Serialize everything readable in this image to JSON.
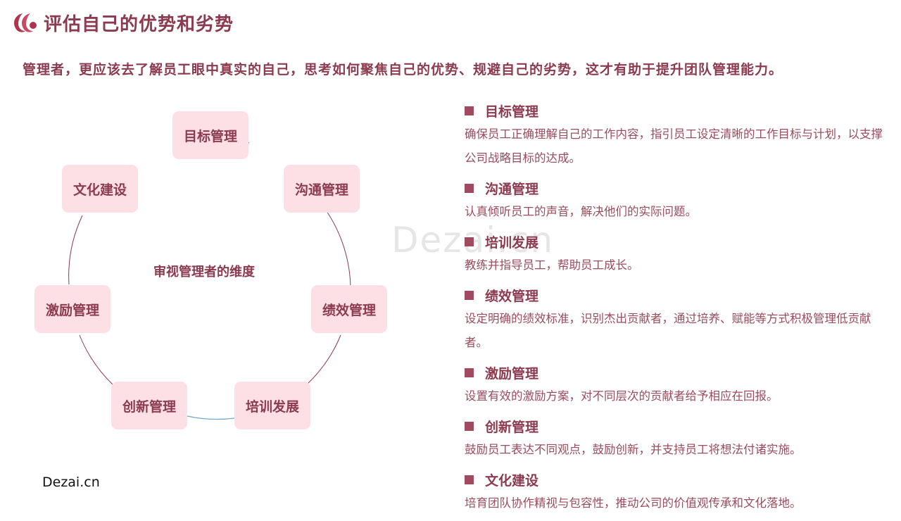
{
  "header": {
    "title": "评估自己的优势和劣势",
    "subtitle": "管理者，更应该去了解员工眼中真实的自己，思考如何聚焦自己的优势、规避自己的劣势，这才有助于提升团队管理能力。"
  },
  "diagram": {
    "center_label": "审视管理者的维度",
    "nodes": [
      {
        "label": "目标管理"
      },
      {
        "label": "沟通管理"
      },
      {
        "label": "绩效管理"
      },
      {
        "label": "培训发展"
      },
      {
        "label": "创新管理"
      },
      {
        "label": "激励管理"
      },
      {
        "label": "文化建设"
      }
    ]
  },
  "list": [
    {
      "title": "目标管理",
      "desc": "确保员工正确理解自己的工作内容，指引员工设定清晰的工作目标与计划，以支撑公司战略目标的达成。"
    },
    {
      "title": "沟通管理",
      "desc": "认真倾听员工的声音，解决他们的实际问题。"
    },
    {
      "title": "培训发展",
      "desc": "教练并指导员工，帮助员工成长。"
    },
    {
      "title": "绩效管理",
      "desc": "设定明确的绩效标准，识别杰出贡献者，通过培养、赋能等方式积极管理低贡献者。"
    },
    {
      "title": "激励管理",
      "desc": "设置有效的激励方案，对不同层次的贡献者给予相应在回报。"
    },
    {
      "title": "创新管理",
      "desc": "鼓励员工表达不同观点，鼓励创新，并支持员工将想法付诸实施。"
    },
    {
      "title": "文化建设",
      "desc": "培育团队协作精视与包容性，推动公司的价值观传承和文化落地。"
    }
  ],
  "watermark": "Dezai.cn",
  "credit": "Dezai.cn",
  "colors": {
    "accent": "#8c3a4f",
    "node_fill": "#fde0e5",
    "ring": "#8c3a4f",
    "ring_bottom": "#6fa8c8"
  }
}
